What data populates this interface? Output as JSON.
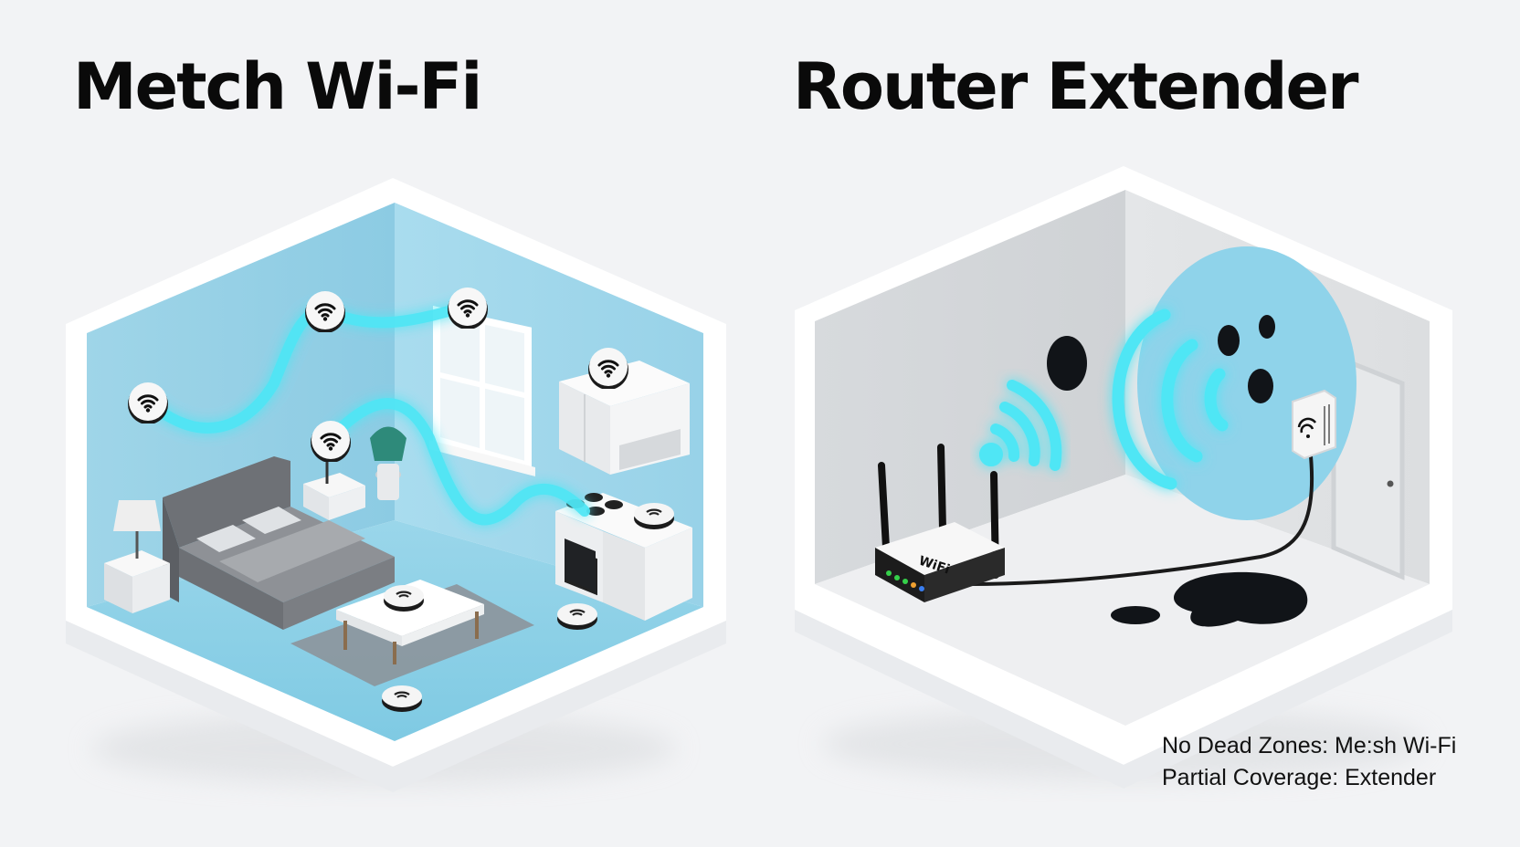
{
  "left_panel": {
    "title": "Metch Wi-Fi",
    "accent_color": "#8fd3ea",
    "signal_color": "#4fe6f5",
    "nodes": [
      "wifi-node-icon",
      "wifi-node-icon",
      "wifi-node-icon",
      "wifi-node-icon",
      "wifi-node-icon",
      "wifi-node-icon",
      "wifi-node-icon",
      "wifi-node-icon",
      "wifi-node-icon"
    ]
  },
  "right_panel": {
    "title": "Router Extender",
    "router_label": "WiFi",
    "wall_color": "#d9dcdf",
    "dead_zone_color": "#111418",
    "signal_color": "#4fe6f5"
  },
  "legend": {
    "line1": "No Dead Zones: Me:sh Wi-Fi",
    "line2": "Partial Coverage: Extender"
  }
}
